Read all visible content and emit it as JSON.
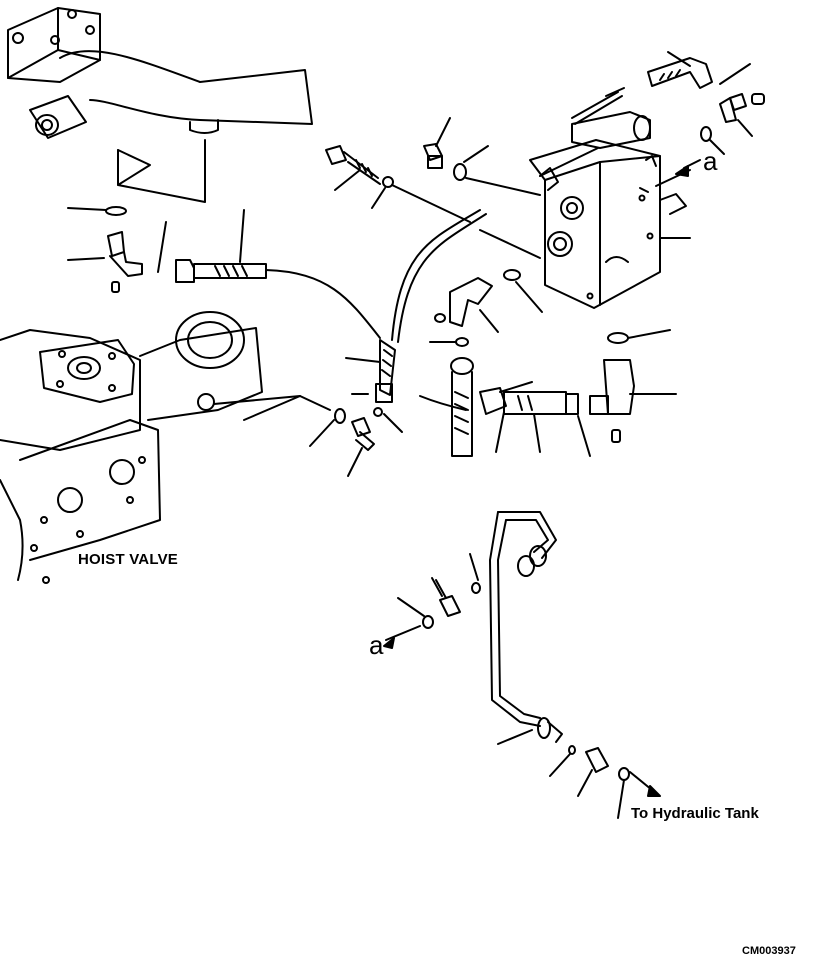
{
  "labels": {
    "hoist_valve": "HOIST VALVE",
    "to_tank": "To Hydraulic Tank",
    "drawing_code": "CM003937",
    "connection_a_upper": "a",
    "connection_a_lower": "a"
  },
  "colors": {
    "line": "#000000",
    "background": "#ffffff"
  }
}
